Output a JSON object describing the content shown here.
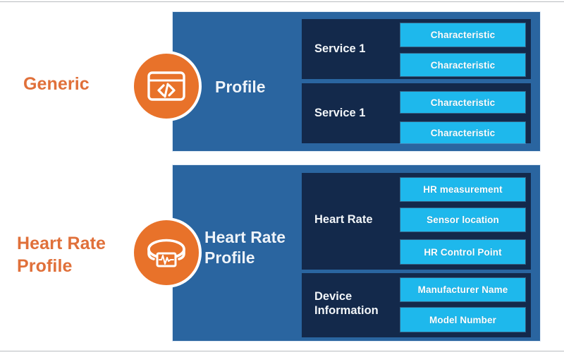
{
  "diagram": {
    "rows": [
      {
        "side_label": "Generic",
        "icon": "code-window-icon",
        "panel_title": "Profile",
        "services": [
          {
            "name": "Service 1",
            "characteristics": [
              "Characteristic",
              "Characteristic"
            ]
          },
          {
            "name": "Service 1",
            "characteristics": [
              "Characteristic",
              "Characteristic"
            ]
          }
        ]
      },
      {
        "side_label": "Heart Rate\nProfile",
        "icon": "heart-rate-strap-icon",
        "panel_title": "Heart Rate\nProfile",
        "services": [
          {
            "name": "Heart Rate",
            "characteristics": [
              "HR measurement",
              "Sensor location",
              "HR Control Point"
            ]
          },
          {
            "name": "Device\nInformation",
            "characteristics": [
              "Manufacturer Name",
              "Model Number"
            ]
          }
        ]
      }
    ]
  },
  "colors": {
    "orange": "#e8722a",
    "panel_blue": "#2a65a0",
    "service_navy": "#13294b",
    "characteristic_cyan": "#1eb8ec",
    "background": "#ffffff",
    "rule_gray": "#b9bcc0"
  }
}
